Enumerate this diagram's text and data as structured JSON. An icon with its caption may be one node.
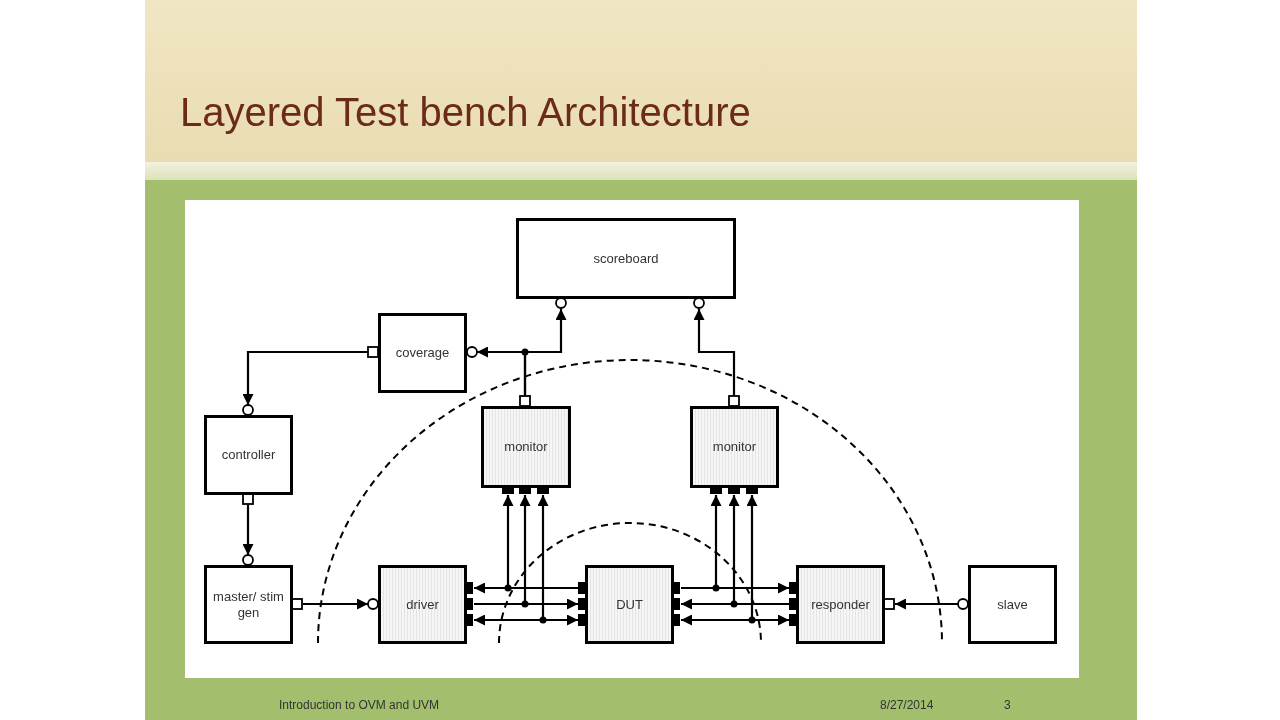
{
  "diagram": {
    "title": "Layered Test bench Architecture",
    "nodes": [
      {
        "text": [
          "scoreboard"
        ]
      },
      {
        "text": [
          "coverage"
        ]
      },
      {
        "text": [
          "controller"
        ]
      },
      {
        "text": [
          "monitor"
        ]
      },
      {
        "text": [
          "monitor"
        ]
      },
      {
        "text": [
          "master/ stim gen"
        ]
      },
      {
        "text": [
          "driver"
        ]
      },
      {
        "text": [
          "DUT"
        ]
      },
      {
        "text": [
          "responder"
        ]
      },
      {
        "text": [
          "slave"
        ]
      }
    ],
    "edges": [
      {
        "from": 3,
        "to": 0,
        "arrow": "to"
      },
      {
        "from": 3,
        "to": 1,
        "arrow": "to"
      },
      {
        "from": 1,
        "to": 2,
        "arrow": "to"
      },
      {
        "from": 2,
        "to": 5,
        "arrow": "to"
      },
      {
        "from": 5,
        "to": 6,
        "arrow": "to"
      },
      {
        "from": 4,
        "to": 0,
        "arrow": "to"
      },
      {
        "from": 9,
        "to": 8,
        "arrow": "to"
      },
      {
        "from": 7,
        "to": 6,
        "arrow": "to"
      },
      {
        "from": 6,
        "to": 7,
        "arrow": "to"
      },
      {
        "from": 6,
        "to": 7,
        "arrow": "both"
      },
      {
        "from": 7,
        "to": 8,
        "arrow": "to"
      },
      {
        "from": 8,
        "to": 7,
        "arrow": "to"
      },
      {
        "from": 7,
        "to": 8,
        "arrow": "both"
      },
      {
        "from": 7,
        "to": 3,
        "arrow": "to"
      },
      {
        "from": 6,
        "to": 3,
        "arrow": "to"
      },
      {
        "from": 6,
        "to": 3,
        "arrow": "to"
      },
      {
        "from": 7,
        "to": 4,
        "arrow": "to"
      },
      {
        "from": 8,
        "to": 4,
        "arrow": "to"
      },
      {
        "from": 7,
        "to": 4,
        "arrow": "to"
      }
    ],
    "labels": [
      "Introduction to OVM and UVM",
      "8/27/2014",
      "3"
    ]
  }
}
